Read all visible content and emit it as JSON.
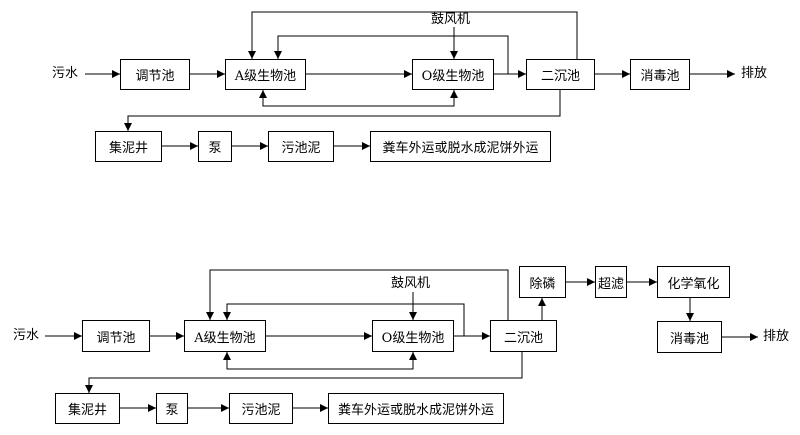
{
  "diagram1": {
    "labels": {
      "inflow": "污水",
      "blower": "鼓风机",
      "discharge": "排放"
    },
    "nodes": {
      "regulating_tank": "调节池",
      "a_bio_tank": "A级生物池",
      "o_bio_tank": "O级生物池",
      "secondary_clarifier": "二沉池",
      "disinfection_tank": "消毒池",
      "sludge_well": "集泥井",
      "pump": "泵",
      "sludge_tank": "污池泥",
      "sludge_disposal": "粪车外运或脱水成泥饼外运"
    }
  },
  "diagram2": {
    "labels": {
      "inflow": "污水",
      "blower": "鼓风机",
      "discharge": "排放"
    },
    "nodes": {
      "regulating_tank": "调节池",
      "a_bio_tank": "A级生物池",
      "o_bio_tank": "O级生物池",
      "secondary_clarifier": "二沉池",
      "phosphorus_removal": "除磷",
      "ultrafiltration": "超滤",
      "chemical_oxidation": "化学氧化",
      "disinfection_tank": "消毒池",
      "sludge_well": "集泥井",
      "pump": "泵",
      "sludge_tank": "污池泥",
      "sludge_disposal": "粪车外运或脱水成泥饼外运"
    }
  }
}
